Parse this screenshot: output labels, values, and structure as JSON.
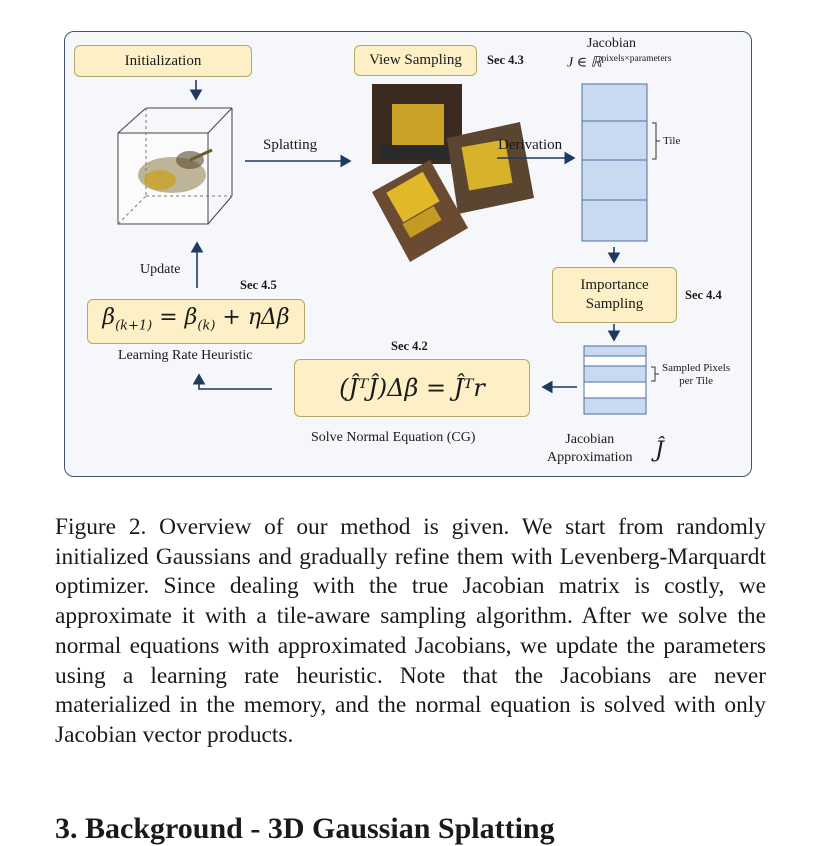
{
  "figure": {
    "initialization_label": "Initialization",
    "view_sampling_label": "View Sampling",
    "view_sampling_sec": "Sec 4.3",
    "jacobian_title": "Jacobian",
    "jacobian_formula": "J ∈ ℝ",
    "jacobian_formula_sup": "pixels×parameters",
    "tile_label": "Tile",
    "splatting_label": "Splatting",
    "derivation_label": "Derivation",
    "update_label": "Update",
    "lr_sec": "Sec 4.5",
    "lr_equation_beta": "β",
    "lr_equation_sub_k1": "(k+1)",
    "lr_equation_mid": " = β",
    "lr_equation_sub_k": "(k)",
    "lr_equation_tail": " + ηΔβ",
    "lr_caption": "Learning Rate Heuristic",
    "importance_sampling_label_1": "Importance",
    "importance_sampling_label_2": "Sampling",
    "importance_sec": "Sec 4.4",
    "solve_sec": "Sec 4.2",
    "solve_equation": "(ĴᵀĴ)Δβ = Ĵᵀr",
    "solve_caption": "Solve Normal Equation (CG)",
    "sampled_pixels_label_1": "Sampled Pixels",
    "sampled_pixels_label_2": "per Tile",
    "approx_label_1": "Jacobian",
    "approx_label_2": "Approximation",
    "approx_symbol": "Ĵ",
    "colors": {
      "box_fill": "#fdf0c6",
      "matrix_fill": "#c9d9ef",
      "arrow": "#1f3a5f"
    }
  },
  "caption": "Figure 2.  Overview of our method is given.  We start from randomly initialized Gaussians and gradually refine them with Levenberg-Marquardt optimizer. Since dealing with the true Jacobian matrix is costly, we approximate it with a tile-aware sampling algorithm. After we solve the normal equations with approximated Jacobians, we update the parameters using a learning rate heuristic. Note that the Jacobians are never materialized in the memory, and the normal equation is solved with only Jacobian vector products.",
  "section_heading": "3. Background - 3D Gaussian Splatting"
}
